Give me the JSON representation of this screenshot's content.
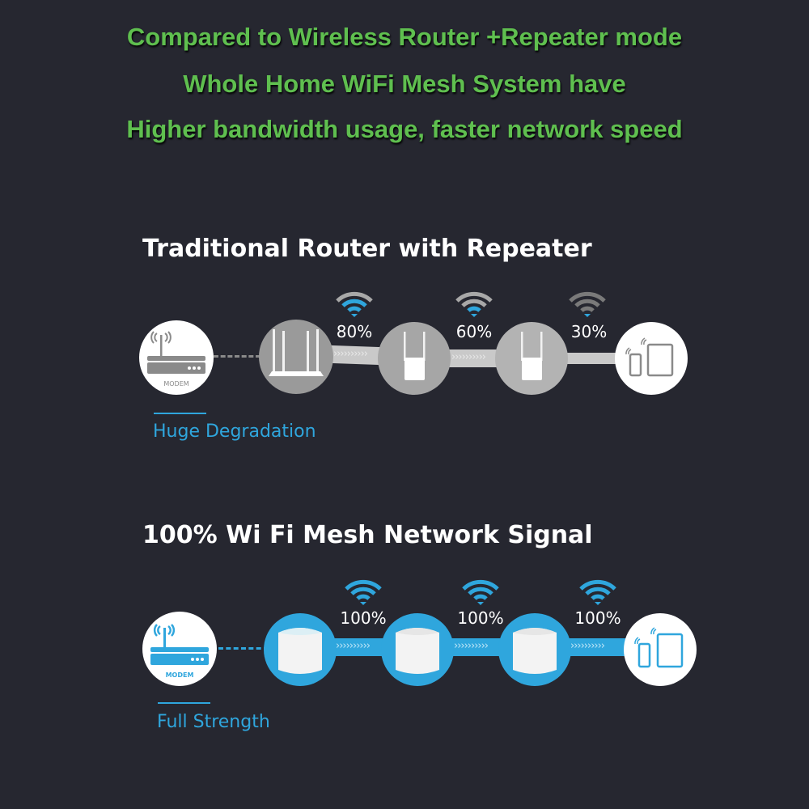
{
  "headlines": [
    "Compared to Wireless Router +Repeater mode",
    "Whole Home WiFi Mesh System have",
    "Higher bandwidth usage, faster network speed"
  ],
  "colors": {
    "background": "#262730",
    "headline_green": "#5fbf4f",
    "accent_blue": "#2fa6dd",
    "gray_circle": "#9c9c9c",
    "white": "#ffffff"
  },
  "traditional": {
    "title": "Traditional Router with Repeater",
    "modem_label": "MODEM",
    "nodes": [
      {
        "type": "modem"
      },
      {
        "type": "router"
      },
      {
        "type": "repeater"
      },
      {
        "type": "repeater"
      },
      {
        "type": "devices"
      }
    ],
    "links": [
      {
        "signal_label": "80%",
        "signal_value": 80
      },
      {
        "signal_label": "60%",
        "signal_value": 60
      },
      {
        "signal_label": "30%",
        "signal_value": 30
      }
    ],
    "caption": "Huge Degradation"
  },
  "mesh": {
    "title": "100% Wi Fi Mesh Network Signal",
    "modem_label": "MODEM",
    "nodes": [
      {
        "type": "modem"
      },
      {
        "type": "mesh-node"
      },
      {
        "type": "mesh-node"
      },
      {
        "type": "mesh-node"
      },
      {
        "type": "devices"
      }
    ],
    "links": [
      {
        "signal_label": "100%",
        "signal_value": 100
      },
      {
        "signal_label": "100%",
        "signal_value": 100
      },
      {
        "signal_label": "100%",
        "signal_value": 100
      }
    ],
    "caption": "Full Strength"
  }
}
